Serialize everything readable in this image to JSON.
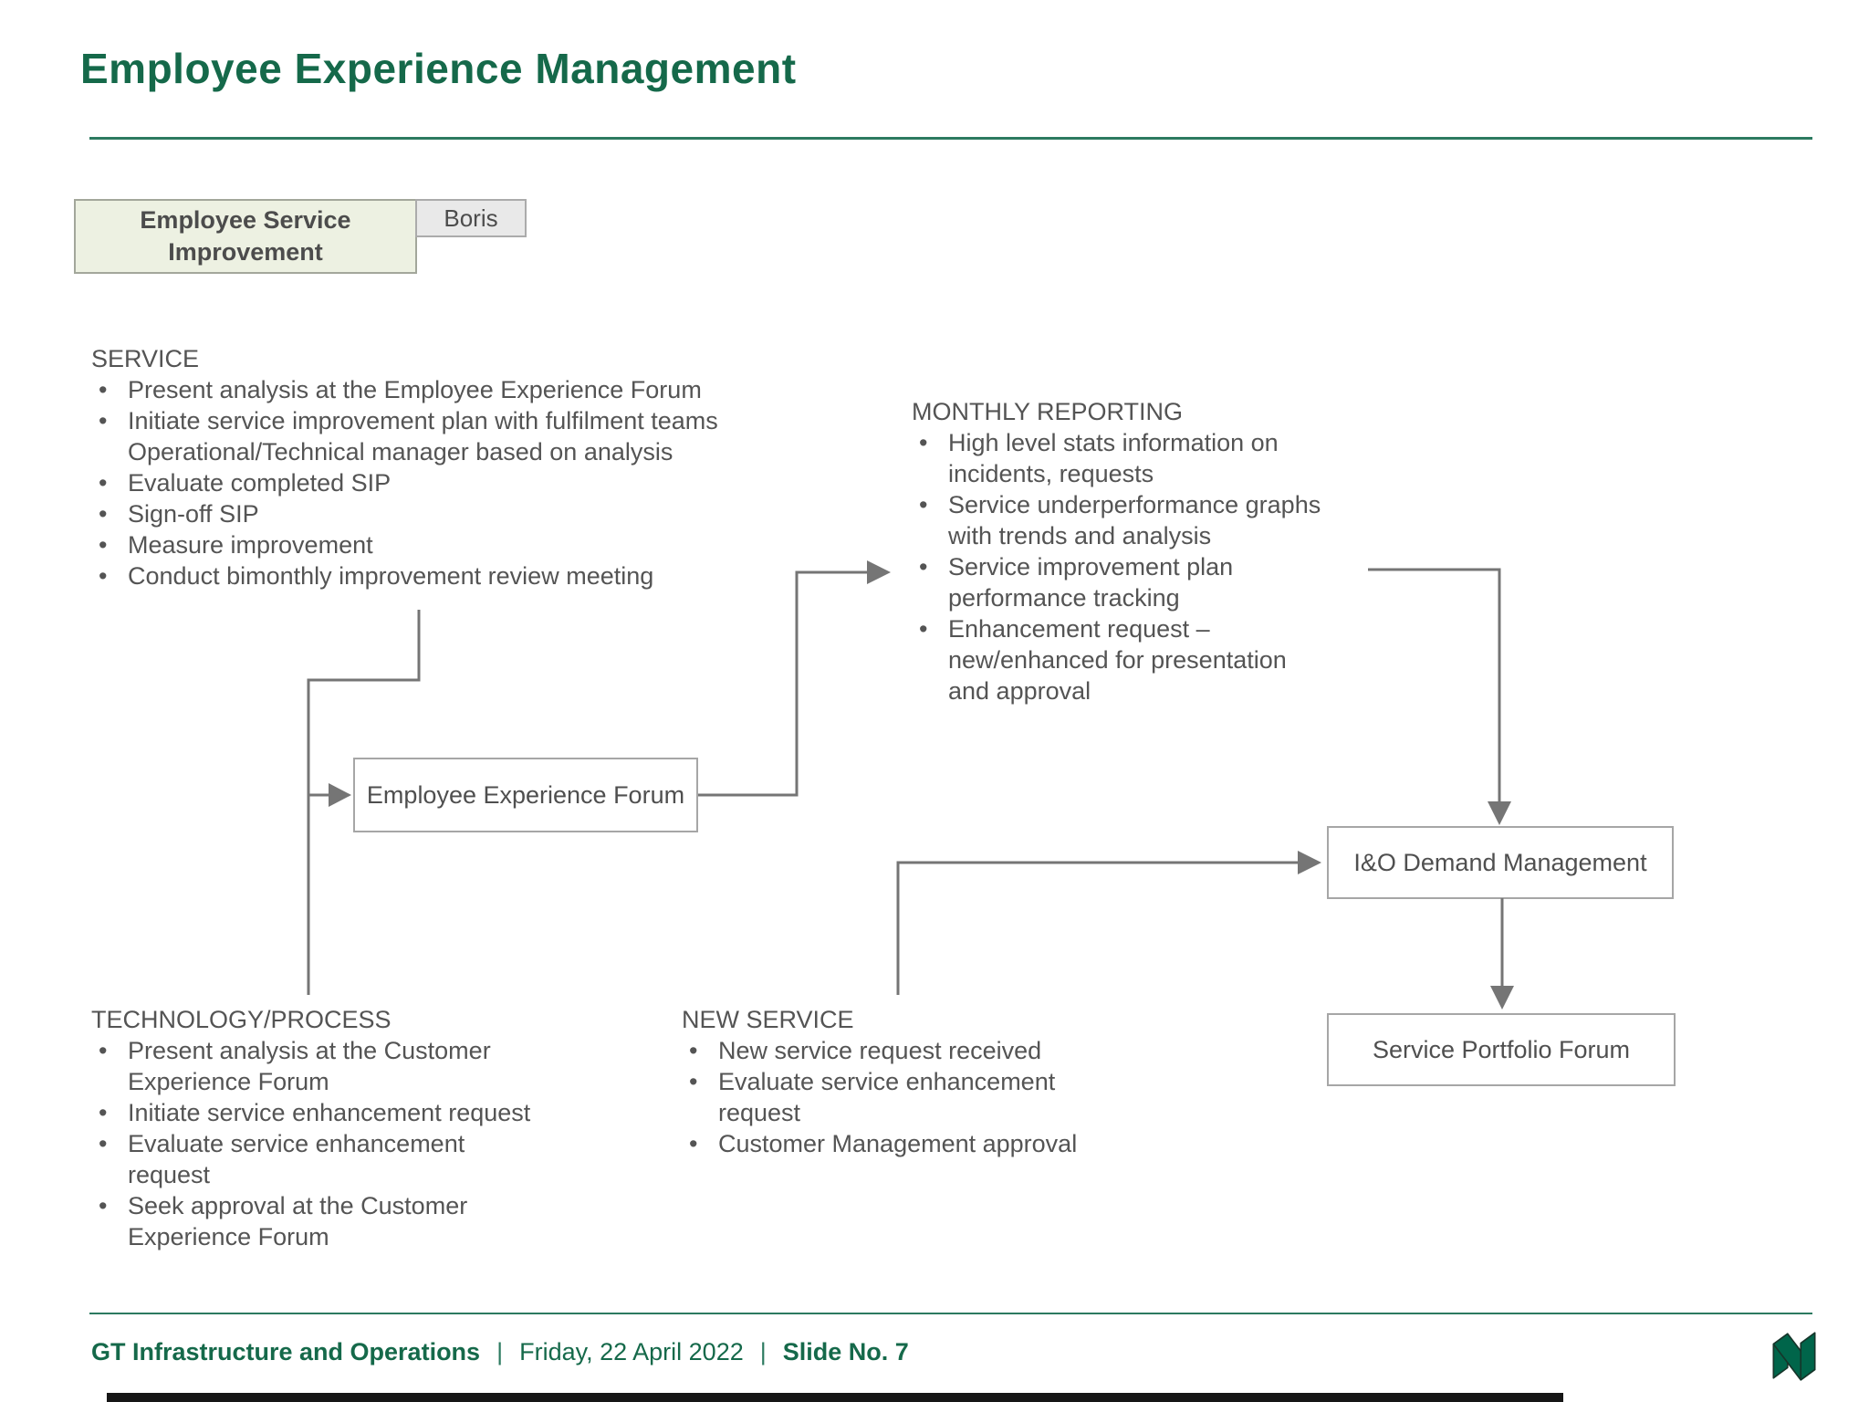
{
  "slide": {
    "title": "Employee Experience Management"
  },
  "legend": {
    "label": "Employee Service Improvement",
    "owner": "Boris"
  },
  "sections": {
    "service": {
      "heading": "SERVICE",
      "items": [
        "Present analysis at the Employee Experience Forum",
        "Initiate service improvement plan with fulfilment teams Operational/Technical manager based on analysis",
        "Evaluate completed SIP",
        "Sign-off SIP",
        "Measure improvement",
        "Conduct bimonthly improvement review meeting"
      ]
    },
    "monthly_reporting": {
      "heading": "MONTHLY REPORTING",
      "items": [
        "High level stats information on incidents, requests",
        "Service underperformance graphs with trends and analysis",
        "Service improvement plan performance tracking",
        "Enhancement request – new/enhanced for presentation and approval"
      ]
    },
    "technology_process": {
      "heading": "TECHNOLOGY/PROCESS",
      "items": [
        "Present analysis at the Customer Experience Forum",
        "Initiate service enhancement request",
        "Evaluate service enhancement request",
        "Seek approval at the Customer Experience Forum"
      ]
    },
    "new_service": {
      "heading": "NEW SERVICE",
      "items": [
        "New service request received",
        "Evaluate service enhancement request",
        "Customer Management approval"
      ]
    }
  },
  "nodes": {
    "employee_experience_forum": "Employee Experience Forum",
    "io_demand_management": "I&O Demand Management",
    "service_portfolio_forum": "Service Portfolio Forum"
  },
  "footer": {
    "organisation": "GT Infrastructure and Operations",
    "separator": "|",
    "date": "Friday, 22 April 2022",
    "slide_number": "Slide No. 7"
  },
  "icons": {
    "logo": "nedbank-n-logo"
  },
  "colors": {
    "brand_green": "#15694a",
    "divider_green": "#2c7a60",
    "body_text": "#545454",
    "connector_gray": "#757575",
    "box_border": "#a6a6a6",
    "legend_fill": "#edf1e2",
    "owner_tab_fill": "#e9e9e9",
    "logo_green": "#00654a"
  }
}
